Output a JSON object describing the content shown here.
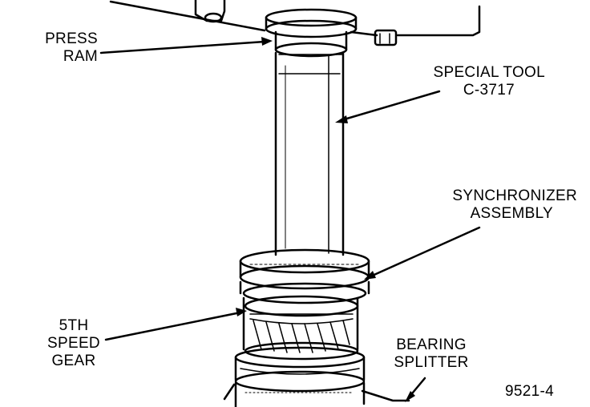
{
  "labels": {
    "press_ram": [
      "PRESS",
      "RAM"
    ],
    "special_tool": [
      "SPECIAL TOOL",
      "C-3717"
    ],
    "synchronizer": [
      "SYNCHRONIZER",
      "ASSEMBLY"
    ],
    "fifth_gear": [
      "5TH",
      "SPEED",
      "GEAR"
    ],
    "bearing_splitter": [
      "BEARING",
      "SPLITTER"
    ],
    "figure_id": "9521-4"
  },
  "colors": {
    "ink": "#000000",
    "paper": "#ffffff"
  }
}
